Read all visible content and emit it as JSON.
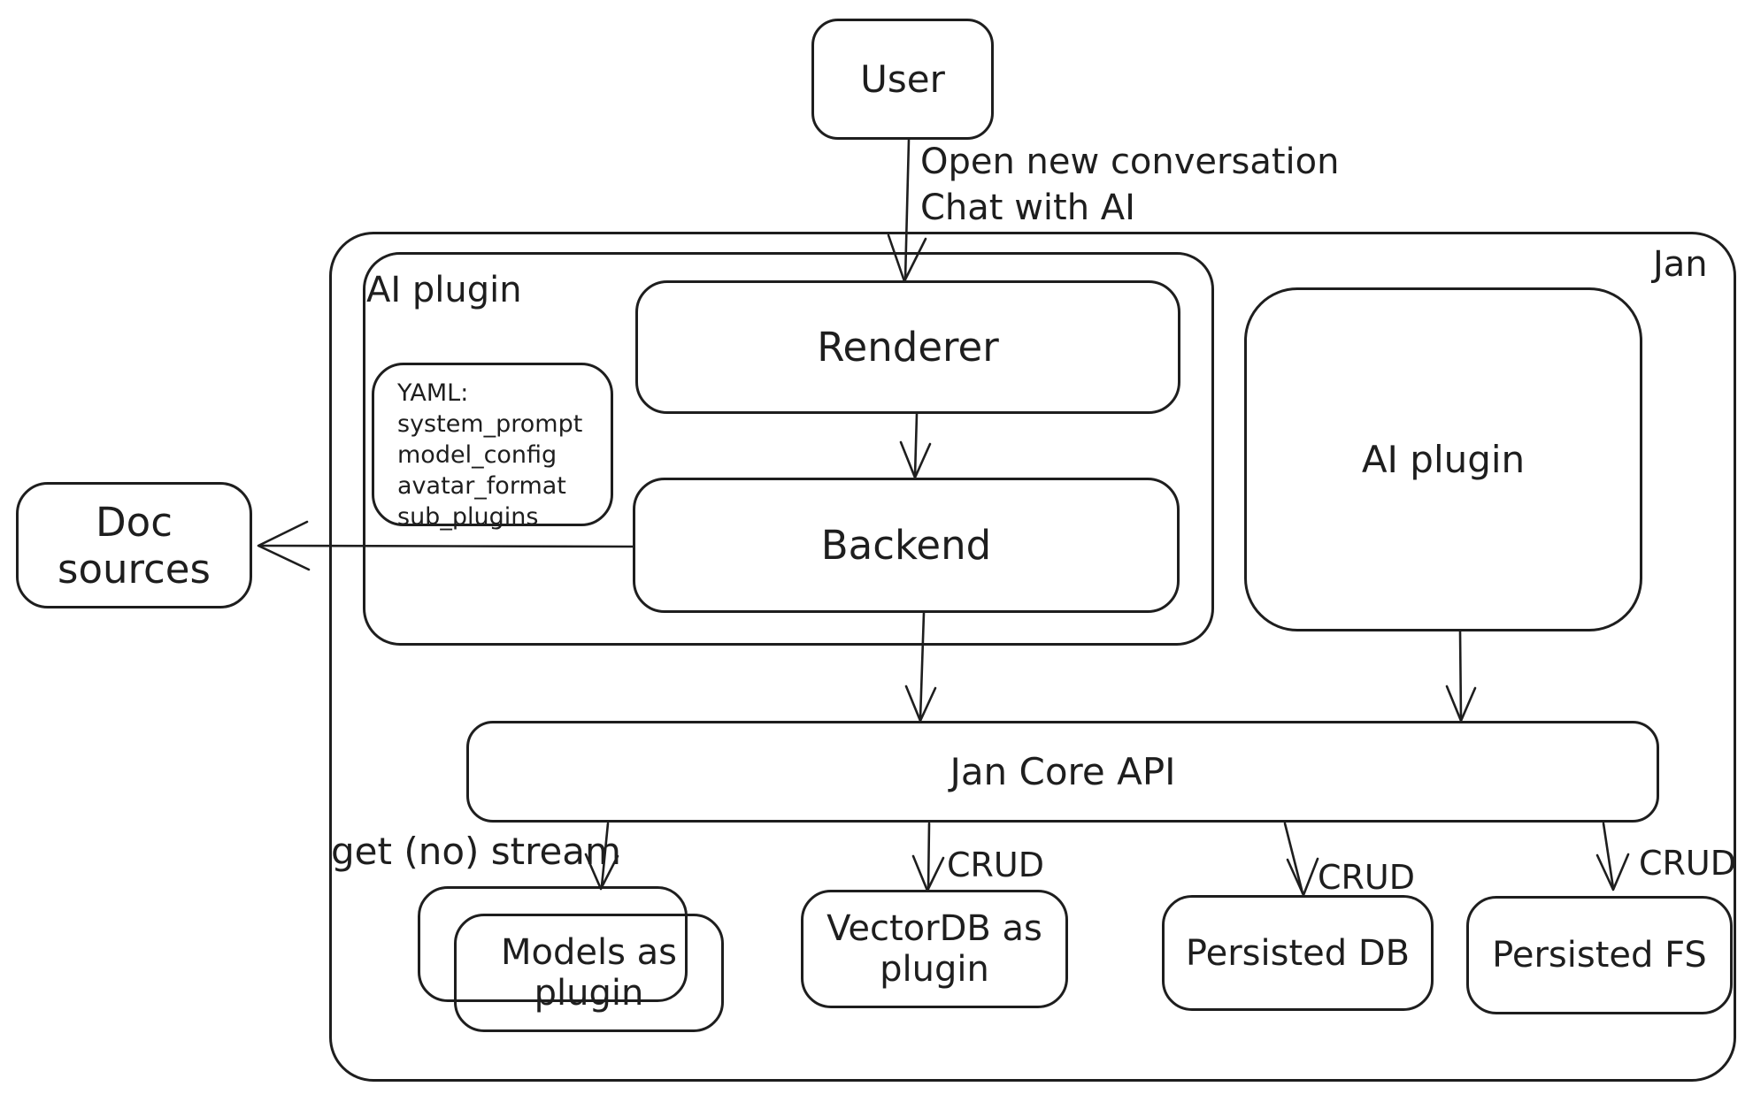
{
  "diagram": {
    "title": "Jan",
    "colors": {
      "stroke": "#1e1e1e",
      "background": "#ffffff"
    },
    "nodes": {
      "user": {
        "label": "User"
      },
      "ai_plugin_group": {
        "label": "AI plugin"
      },
      "yaml_note": {
        "title": "YAML:",
        "lines": [
          "system_prompt",
          "model_config",
          "avatar_format",
          "sub_plugins"
        ]
      },
      "renderer": {
        "label": "Renderer"
      },
      "backend": {
        "label": "Backend"
      },
      "ai_plugin_right": {
        "label": "AI plugin"
      },
      "doc_sources": {
        "label": "Doc sources"
      },
      "jan_core_api": {
        "label": "Jan Core API"
      },
      "models_as_plugin": {
        "label": "Models as plugin"
      },
      "vectordb": {
        "label": "VectorDB as plugin"
      },
      "persisted_db": {
        "label": "Persisted DB"
      },
      "persisted_fs": {
        "label": "Persisted FS"
      }
    },
    "edges": {
      "user_to_renderer": {
        "label_line1": "Open new conversation",
        "label_line2": "Chat with AI"
      },
      "core_to_models": {
        "label": "get (no) stream"
      },
      "core_to_vectordb": {
        "label": "CRUD"
      },
      "core_to_persisted_db": {
        "label": "CRUD"
      },
      "core_to_persisted_fs": {
        "label": "CRUD"
      }
    }
  }
}
